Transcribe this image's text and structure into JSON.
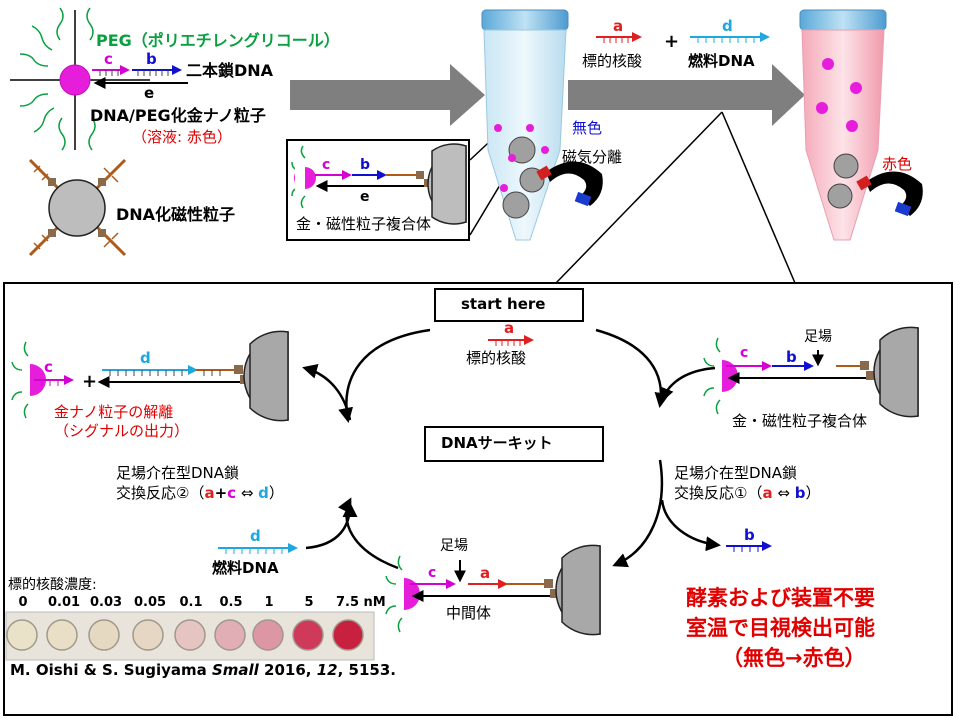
{
  "top": {
    "peg_label": "PEG（ポリエチレングリコール）",
    "dsdna_label": "二本鎖DNA",
    "gold_np_label": "DNA/PEG化金ナノ粒子",
    "solution_label": "（溶液: 赤色）",
    "magnetic_label": "DNA化磁性粒子",
    "complex_label": "金・磁性粒子複合体",
    "colorless": "無色",
    "magnetic_separation": "磁気分離",
    "target_label": "標的核酸",
    "fuel_label": "燃料DNA",
    "plus": "+",
    "red_label": "赤色",
    "strand_c": "c",
    "strand_b": "b",
    "strand_e": "e",
    "strand_a": "a",
    "strand_d": "d"
  },
  "circuit": {
    "start": "start here",
    "title": "DNAサーキット",
    "target_label": "標的核酸",
    "scaffold_top": "足場",
    "complex_label": "金・磁性粒子複合体",
    "release_line1": "金ナノ粒子の解離",
    "release_line2": "（シグナルの出力）",
    "reaction2_line1": "足場介在型DNA鎖",
    "reaction2_line2_a": "交換反応②（",
    "reaction2_a": "a",
    "reaction2_plus": "+",
    "reaction2_c": "c",
    "reaction2_arrow": " ⇔ ",
    "reaction2_d": "d",
    "reaction2_close": "）",
    "reaction1_line1": "足場介在型DNA鎖",
    "reaction1_line2_a": "交換反応①（",
    "reaction1_a": "a",
    "reaction1_arrow": " ⇔ ",
    "reaction1_b": "b",
    "reaction1_close": "）",
    "fuel_label": "燃料DNA",
    "scaffold_mid": "足場",
    "intermediate_label": "中間体",
    "plus": "+",
    "feature_line1": "酵素および装置不要",
    "feature_line2": "室温で目視検出可能",
    "feature_line3": "（無色→赤色）"
  },
  "concentration": {
    "title": "標的核酸濃度:",
    "values": [
      "0",
      "0.01",
      "0.03",
      "0.05",
      "0.1",
      "0.5",
      "1",
      "5",
      "7.5 nM"
    ],
    "well_colors": [
      "#e9e2c8",
      "#e8dfc6",
      "#e6d9c2",
      "#e6d6c4",
      "#e6c4c1",
      "#e2aeb6",
      "#dc96a4",
      "#cf3a5a",
      "#c8203f"
    ]
  },
  "citation": {
    "authors": "M. Oishi & S. Sugiyama ",
    "journal": "Small",
    "year": " 2016, ",
    "volume": "12",
    "pages": ", 5153."
  },
  "colors": {
    "peg": "#0aa040",
    "gold": "#e61edc",
    "c": "#d400d4",
    "b": "#1010d0",
    "a": "#e02020",
    "d": "#1fa8e0",
    "magnet_linker": "#b05a1a",
    "red_text": "#e00000"
  }
}
